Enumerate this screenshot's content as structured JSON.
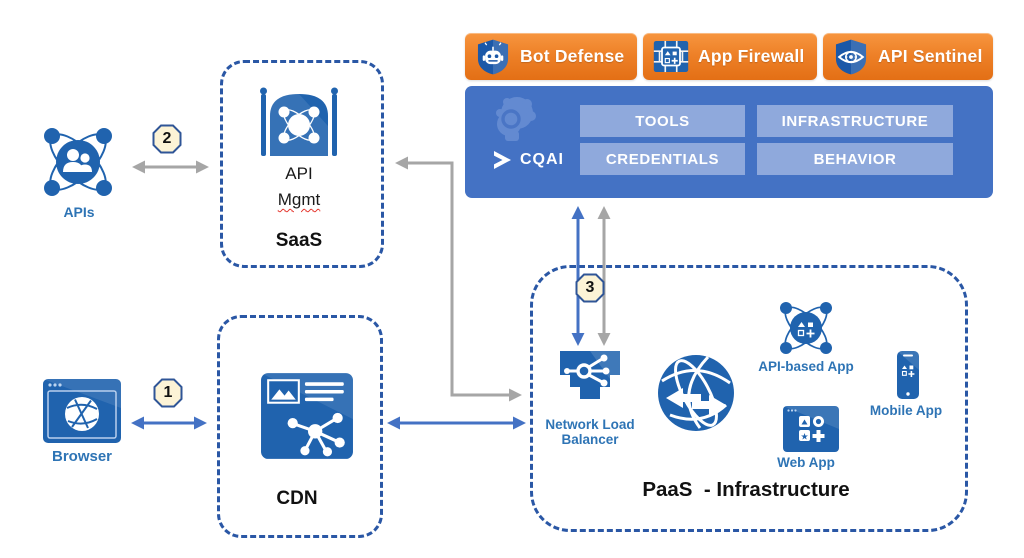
{
  "header": {
    "products": [
      {
        "label": "Bot Defense",
        "icon": "bot-shield-icon"
      },
      {
        "label": "App Firewall",
        "icon": "firewall-bricks-icon"
      },
      {
        "label": "API Sentinel",
        "icon": "sentinel-eye-shield-icon"
      }
    ]
  },
  "cqai_panel": {
    "logo_text": "CQAI",
    "logo_icon": "chevron-play-icon",
    "watermark_icon": "ai-head-gears-icon",
    "capabilities": [
      "TOOLS",
      "INFRASTRUCTURE",
      "CREDENTIALS",
      "BEHAVIOR"
    ]
  },
  "nodes": {
    "apis": {
      "label": "APIs",
      "icon": "api-atom-users-icon"
    },
    "saas": {
      "title": "SaaS",
      "line1": "API",
      "line2": "Mgmt",
      "icon": "api-management-gate-icon"
    },
    "browser": {
      "label": "Browser",
      "icon": "browser-globe-icon"
    },
    "cdn": {
      "title": "CDN",
      "icon": "cdn-document-network-icon"
    },
    "paas": {
      "title": "PaaS  - Infrastructure",
      "items": {
        "nlb": {
          "label_line1": "Network Load",
          "label_line2": "Balancer",
          "icon": "network-load-balancer-icon"
        },
        "network": {
          "icon": "globe-traffic-icon"
        },
        "api_app": {
          "label": "API-based App",
          "icon": "api-app-atom-icon"
        },
        "web_app": {
          "label": "Web App",
          "icon": "web-app-window-icon"
        },
        "mobile_app": {
          "label": "Mobile App",
          "icon": "mobile-app-phone-icon"
        }
      }
    }
  },
  "badges": {
    "b1": "1",
    "b2": "2",
    "b3": "3"
  },
  "colors": {
    "accent_blue": "#4472c4",
    "light_blue_box": "#8fa9dc",
    "icon_blue": "#2063ae",
    "label_blue": "#2e74b5",
    "orange_button": "#ee8128",
    "dashed_border": "#2a57a5",
    "gray_arrow": "#a6a6a6",
    "badge_fill": "#fcf3d6",
    "badge_border": "#2f5597",
    "misspell_red": "#e4342b"
  }
}
